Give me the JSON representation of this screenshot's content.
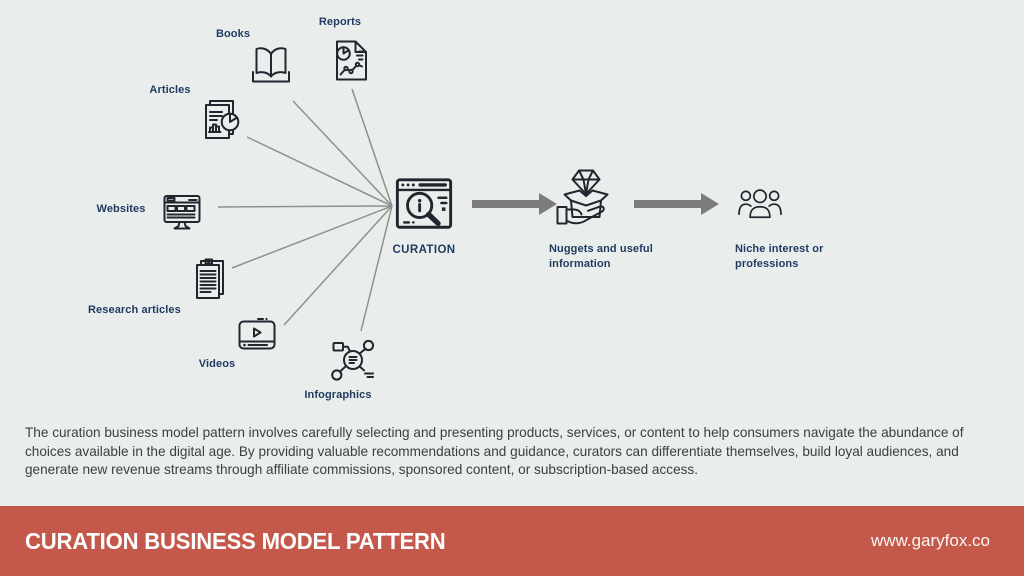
{
  "colors": {
    "background": "#e9eeed",
    "footer_red": "#c4584a",
    "label_navy": "#1f3a5e",
    "paragraph_gray": "#3d3d3d",
    "connector_gray": "#909090",
    "arrow_gray": "#7c7c7c",
    "icon_ink": "#21262e",
    "footer_text": "#ffffff"
  },
  "sources": [
    {
      "id": "books",
      "label": "Books",
      "icon": "open-book-icon"
    },
    {
      "id": "reports",
      "label": "Reports",
      "icon": "report-document-icon"
    },
    {
      "id": "articles",
      "label": "Articles",
      "icon": "article-pages-icon"
    },
    {
      "id": "websites",
      "label": "Websites",
      "icon": "website-monitor-icon"
    },
    {
      "id": "research-articles",
      "label": "Research articles",
      "icon": "research-document-icon"
    },
    {
      "id": "videos",
      "label": "Videos",
      "icon": "video-player-icon"
    },
    {
      "id": "infographics",
      "label": "Infographics",
      "icon": "infographic-network-icon"
    }
  ],
  "hub": {
    "label": "CURATION",
    "icon": "browser-magnifier-icon"
  },
  "outputs": [
    {
      "id": "nuggets",
      "label": "Nuggets and useful information",
      "icon": "diamond-in-box-hand-icon"
    },
    {
      "id": "niche",
      "label": "Niche interest or professions",
      "icon": "people-group-icon"
    }
  ],
  "description": "The curation business model pattern involves carefully selecting and presenting products, services, or content to help consumers navigate the abundance of choices available in the digital age. By providing valuable recommendations and guidance, curators can differentiate themselves, build loyal audiences, and generate new revenue streams through affiliate commissions, sponsored content, or subscription-based access.",
  "footer": {
    "title": "CURATION BUSINESS MODEL PATTERN",
    "website": "www.garyfox.co"
  }
}
